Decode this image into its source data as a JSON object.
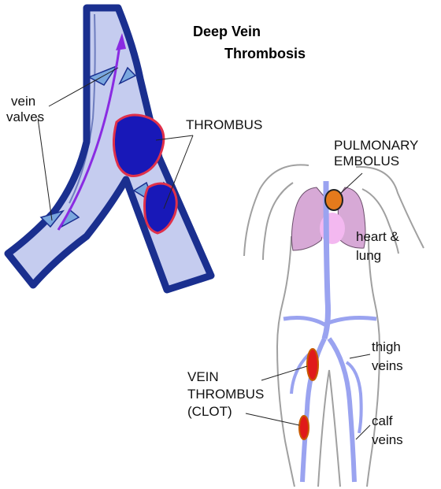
{
  "title": {
    "line1": "Deep Vein",
    "line2": "Thrombosis"
  },
  "labels": {
    "vein_valves_1": "vein",
    "vein_valves_2": "valves",
    "thrombus": "THROMBUS",
    "pulmonary_1": "PULMONARY",
    "pulmonary_2": "EMBOLUS",
    "heart_1": "heart &",
    "heart_2": "lung",
    "thigh_1": "thigh",
    "thigh_2": "veins",
    "calf_1": "calf",
    "calf_2": "veins",
    "clot_1": "VEIN",
    "clot_2": "THROMBUS",
    "clot_3": "(CLOT)"
  },
  "colors": {
    "vein_wall": "#1a2f8f",
    "vein_lumen": "#c5ccef",
    "valve": "#7aa7de",
    "flow_arrow": "#8a2be2",
    "thrombus_fill": "#1818b8",
    "thrombus_edge": "#e0304a",
    "body_outline": "#a0a0a0",
    "lung": "#d7a9d6",
    "heart": "#f3b8f0",
    "body_veins": "#9aa3f0",
    "embolus": "#e57a1c",
    "clot": "#e01a1a"
  }
}
